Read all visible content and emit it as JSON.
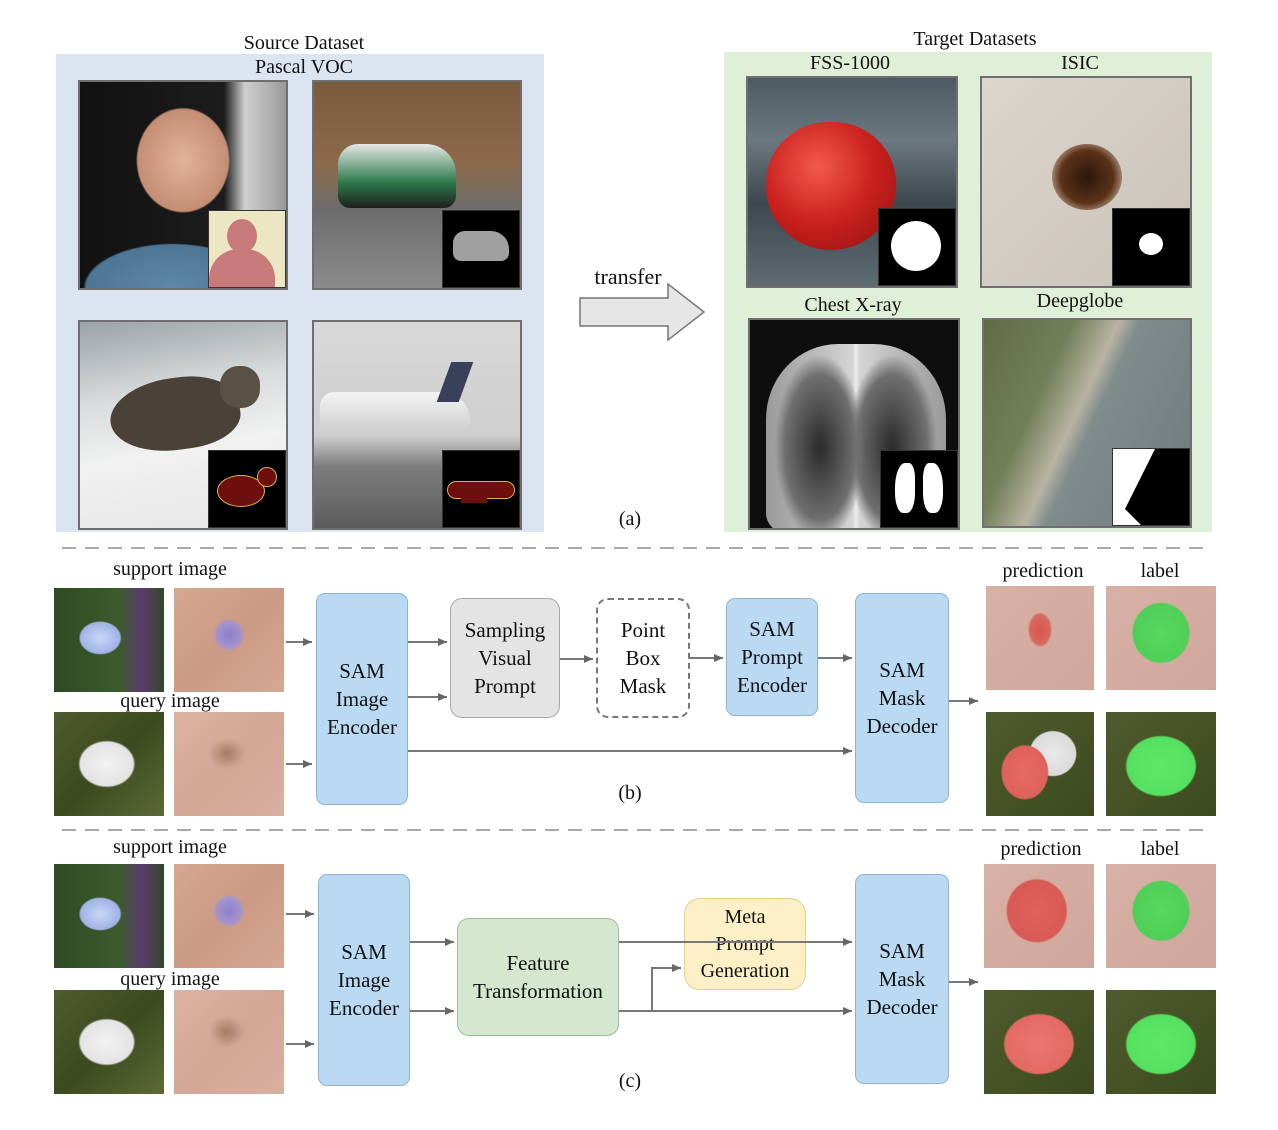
{
  "panel_a": {
    "source_title": "Source Dataset",
    "source_name": "Pascal VOC",
    "transfer_label": "transfer",
    "target_title": "Target Datasets",
    "targets": [
      "FSS-1000",
      "ISIC",
      "Chest X-ray",
      "Deepglobe"
    ],
    "caption": "(a)"
  },
  "panel_b": {
    "support_label": "support image",
    "query_label": "query image",
    "image_encoder": [
      "SAM",
      "Image",
      "Encoder"
    ],
    "sampling": [
      "Sampling",
      "Visual",
      "Prompt"
    ],
    "prompts": [
      "Point",
      "Box",
      "Mask"
    ],
    "prompt_encoder": [
      "SAM",
      "Prompt",
      "Encoder"
    ],
    "mask_decoder": [
      "SAM",
      "Mask",
      "Decoder"
    ],
    "prediction_label": "prediction",
    "label_label": "label",
    "caption": "(b)"
  },
  "panel_c": {
    "support_label": "support image",
    "query_label": "query image",
    "image_encoder": [
      "SAM",
      "Image",
      "Encoder"
    ],
    "feature_transform": [
      "Feature",
      "Transformation"
    ],
    "meta_prompt": [
      "Meta",
      "Prompt",
      "Generation"
    ],
    "mask_decoder": [
      "SAM",
      "Mask",
      "Decoder"
    ],
    "prediction_label": "prediction",
    "label_label": "label",
    "caption": "(c)"
  },
  "colors": {
    "source_bg": "#dde4f1",
    "target_bg": "#e0efd8",
    "encoder_blue": "#bad9f3",
    "sampling_grey": "#e4e4e4",
    "feature_green": "#d5e8cf",
    "meta_yellow": "#fdf0c6",
    "prediction_red": "#e0605a",
    "label_green": "#55e060"
  }
}
